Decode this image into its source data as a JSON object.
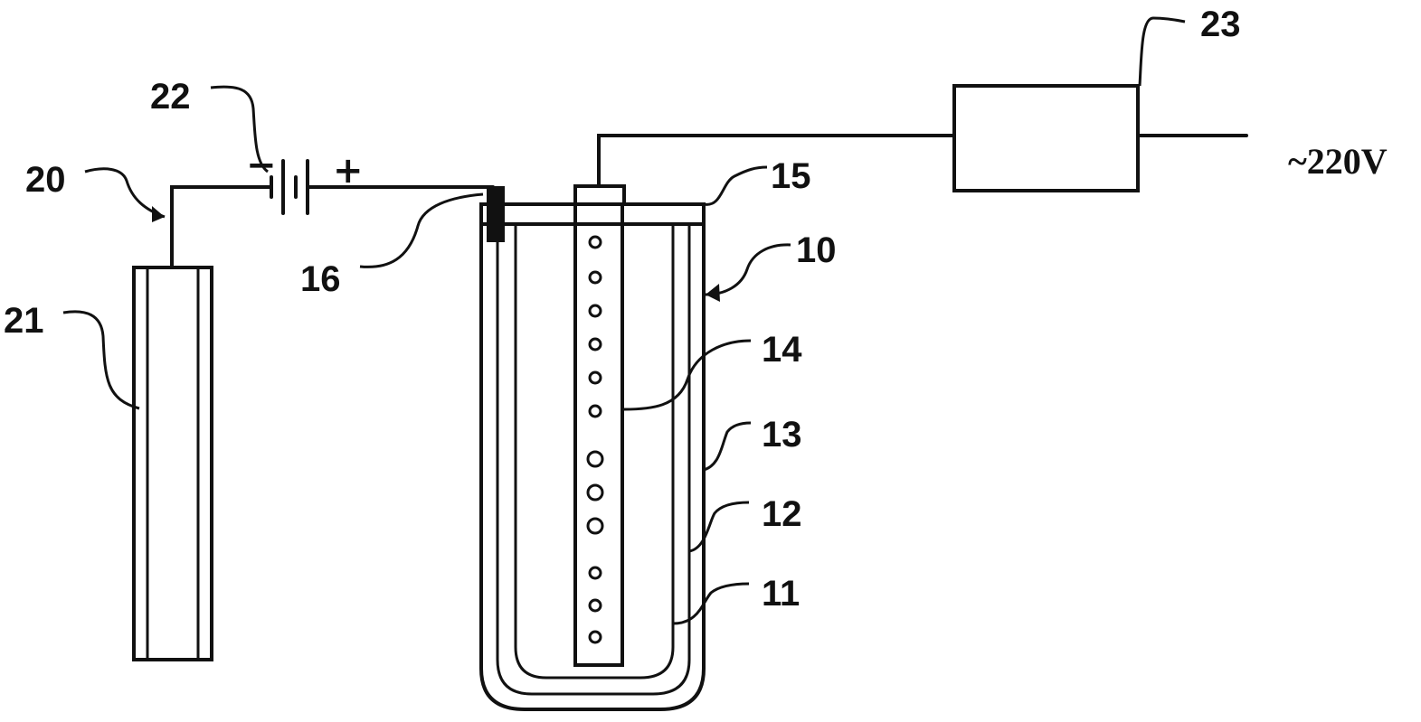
{
  "labels": {
    "l10": "10",
    "l11": "11",
    "l12": "12",
    "l13": "13",
    "l14": "14",
    "l15": "15",
    "l16": "16",
    "l20": "20",
    "l21": "21",
    "l22": "22",
    "l23": "23"
  },
  "power_supply": "~220V",
  "battery": {
    "minus": "−",
    "plus": "+"
  },
  "colors": {
    "line": "#111111",
    "background": "#ffffff"
  }
}
